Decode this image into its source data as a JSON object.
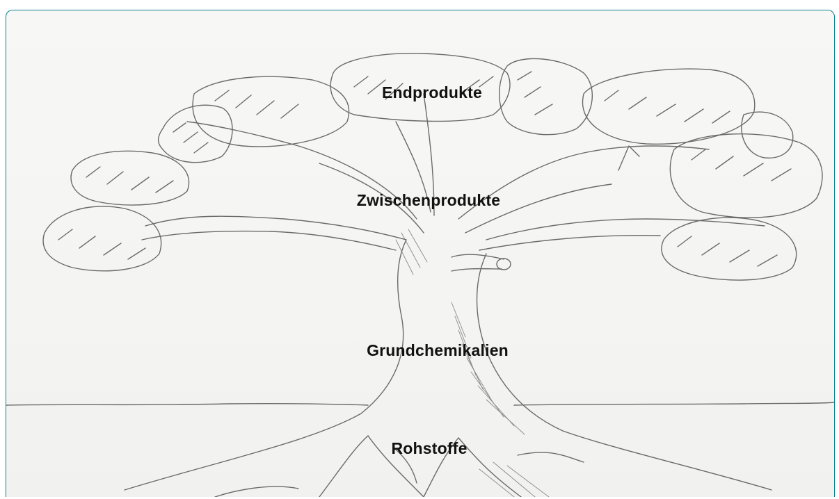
{
  "diagram": {
    "labels": {
      "endprodukte": "Endprodukte",
      "zwischenprodukte": "Zwischenprodukte",
      "grundchemikalien": "Grundchemikalien",
      "rohstoffe": "Rohstoffe"
    },
    "colors": {
      "frame_border": "#0a7f8c",
      "pencil": "#6a6a6a",
      "paper": "#f5f5f3",
      "label_text": "#111111"
    },
    "icons": [
      "tree-sketch-illustration"
    ]
  }
}
